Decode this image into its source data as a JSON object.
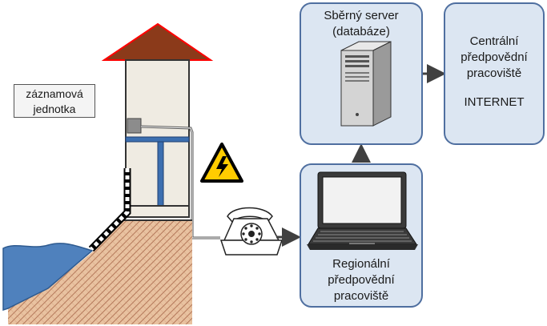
{
  "recorder": {
    "line1": "záznamová",
    "line2": "jednotka"
  },
  "server": {
    "line1": "Sběrný server",
    "line2": "(databáze)"
  },
  "central": {
    "line1": "Centrální",
    "line2": "předpovědní",
    "line3": "pracoviště",
    "line4": "INTERNET"
  },
  "regional": {
    "line1": "Regionální",
    "line2": "předpovědní",
    "line3": "pracoviště"
  },
  "colors": {
    "box_fill": "#dce6f2",
    "box_stroke": "#4f6fa0",
    "water": "#4f81bd",
    "roof": "#8b3a1a",
    "roof_outline": "#ff0000",
    "wall": "#efebe2",
    "steel": "#3c6fb0",
    "warning": "#ffcc00",
    "arrow": "#404040"
  },
  "icons": [
    "tower-icon",
    "warning-icon",
    "telephone-icon",
    "server-icon",
    "laptop-icon"
  ]
}
